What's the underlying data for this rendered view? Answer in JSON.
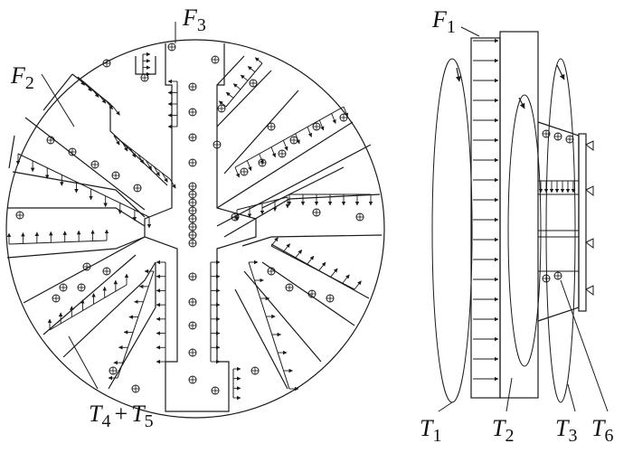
{
  "labels": {
    "F3": {
      "main": "F",
      "sub": "3"
    },
    "F2": {
      "main": "F",
      "sub": "2"
    },
    "F1": {
      "main": "F",
      "sub": "1"
    },
    "T45": {
      "a": "T",
      "asub": "4",
      "op": "+",
      "b": "T",
      "bsub": "5"
    },
    "T1": {
      "main": "T",
      "sub": "1"
    },
    "T2": {
      "main": "T",
      "sub": "2"
    },
    "T3": {
      "main": "T",
      "sub": "3"
    },
    "T6": {
      "main": "T",
      "sub": "6"
    }
  },
  "colors": {
    "line": "#1a1a1a",
    "background": "#ffffff"
  }
}
